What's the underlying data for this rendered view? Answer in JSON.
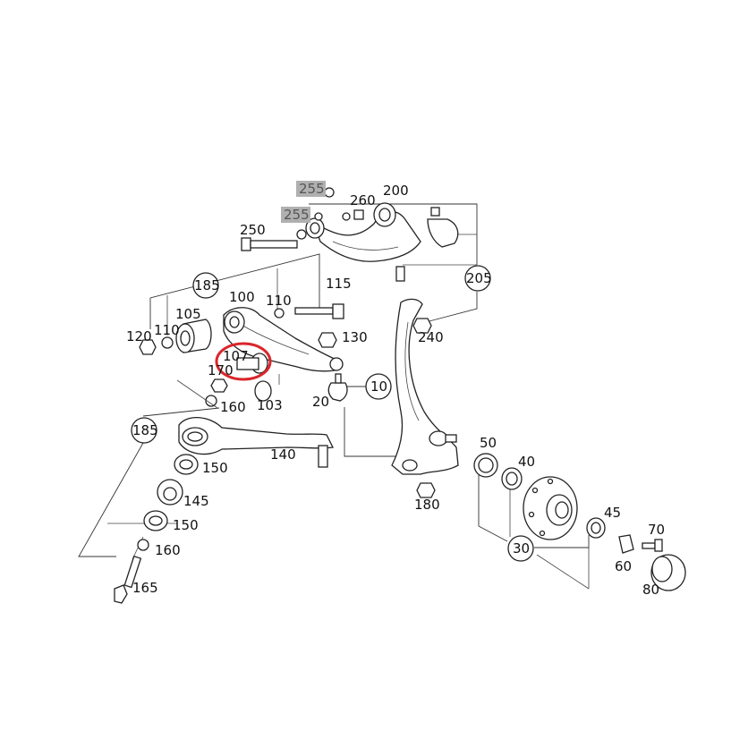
{
  "diagram": {
    "callouts": {
      "c255a": "255",
      "c255b": "255",
      "c260": "260",
      "c200": "200",
      "c250": "250",
      "c205": "205",
      "c185a": "185",
      "c115": "115",
      "c100": "100",
      "c110a": "110",
      "c105": "105",
      "c120": "120",
      "c110b": "110",
      "c130": "130",
      "c240": "240",
      "c107": "107",
      "c170": "170",
      "c103": "103",
      "c160a": "160",
      "c20": "20",
      "c10": "10",
      "c185b": "185",
      "c140": "140",
      "c150a": "150",
      "c145": "145",
      "c150b": "150",
      "c160b": "160",
      "c165": "165",
      "c50": "50",
      "c40": "40",
      "c180": "180",
      "c45": "45",
      "c70": "70",
      "c30": "30",
      "c60": "60",
      "c80": "80"
    },
    "colors": {
      "highlight_ring": "#d9262b",
      "highlight_box": "#b0b0b0"
    }
  }
}
